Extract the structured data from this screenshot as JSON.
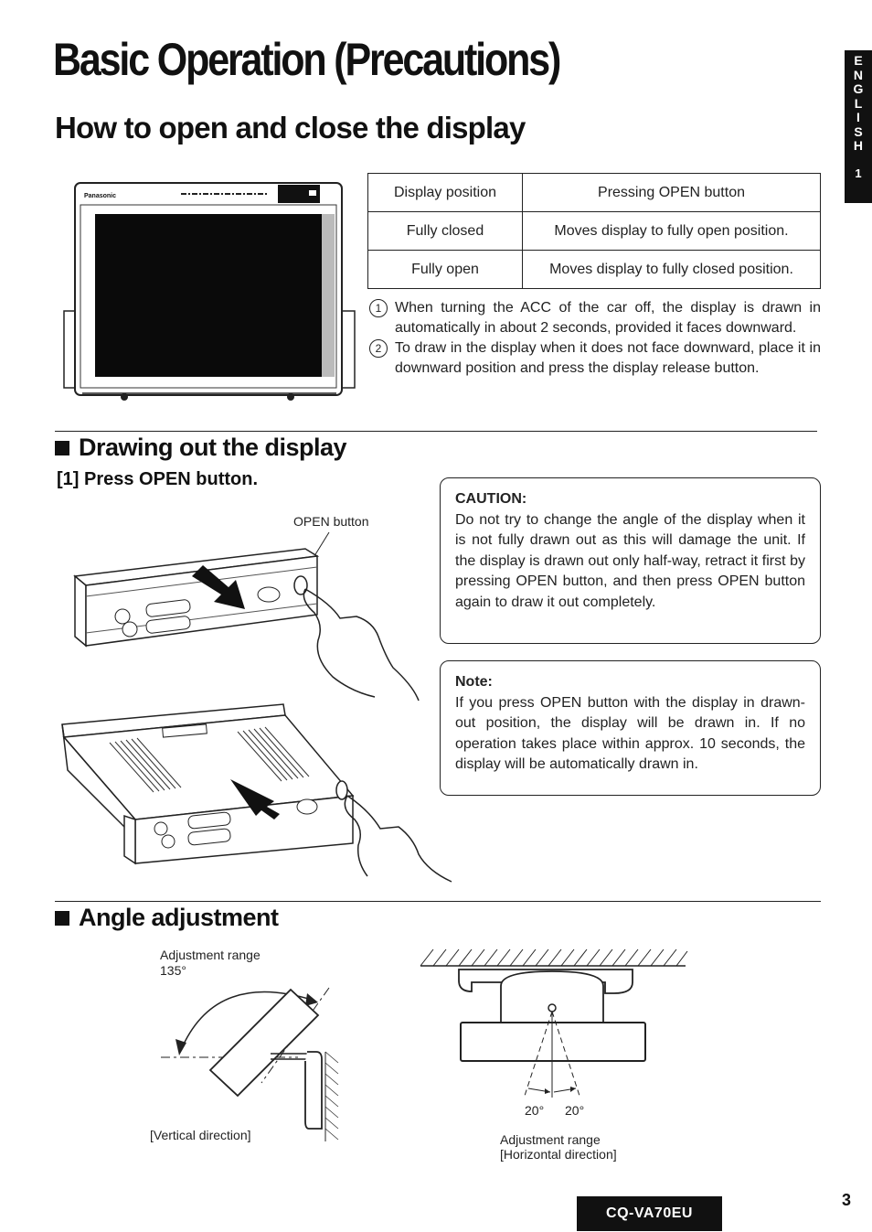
{
  "title": "Basic Operation (Precautions)",
  "subtitle": "How to open and close the display",
  "side_tab": {
    "letters": [
      "E",
      "N",
      "G",
      "L",
      "I",
      "S",
      "H"
    ],
    "number": "1"
  },
  "display_figure": {
    "brand_text": "Panasonic"
  },
  "table": {
    "headers": [
      "Display position",
      "Pressing OPEN button"
    ],
    "rows": [
      [
        "Fully closed",
        "Moves display to fully open position."
      ],
      [
        "Fully open",
        "Moves display to fully closed position."
      ]
    ]
  },
  "notes": [
    {
      "mark": "1",
      "text": "When turning the ACC of the car off, the display is drawn in automatically in about 2 seconds, provided it faces downward."
    },
    {
      "mark": "2",
      "text": "To draw in the display when it does not face downward, place it in downward position and press the display release button."
    }
  ],
  "section_drawing": {
    "heading": "Drawing out the display",
    "step": "[1] Press OPEN button.",
    "callout": "OPEN button"
  },
  "caution": {
    "heading": "CAUTION:",
    "text": "Do not try to change the angle of the display when it is not fully drawn out as this will damage the unit. If the display is drawn out only half-way, retract it first by pressing OPEN button, and then press OPEN button again to draw it out completely."
  },
  "note_box": {
    "heading": "Note:",
    "text": "If you press OPEN button with the display in drawn-out position, the display will be drawn in. If no operation takes place within approx. 10 seconds, the display will be automatically drawn in."
  },
  "section_angle": {
    "heading": "Angle adjustment",
    "vertical": {
      "range_label": "Adjustment range",
      "range_value": "135°",
      "caption": "[Vertical direction]"
    },
    "horizontal": {
      "left_angle": "20°",
      "right_angle": "20°",
      "caption_line1": "Adjustment range",
      "caption_line2": "[Horizontal direction]"
    }
  },
  "footer": {
    "model": "CQ-VA70EU",
    "page": "3"
  }
}
